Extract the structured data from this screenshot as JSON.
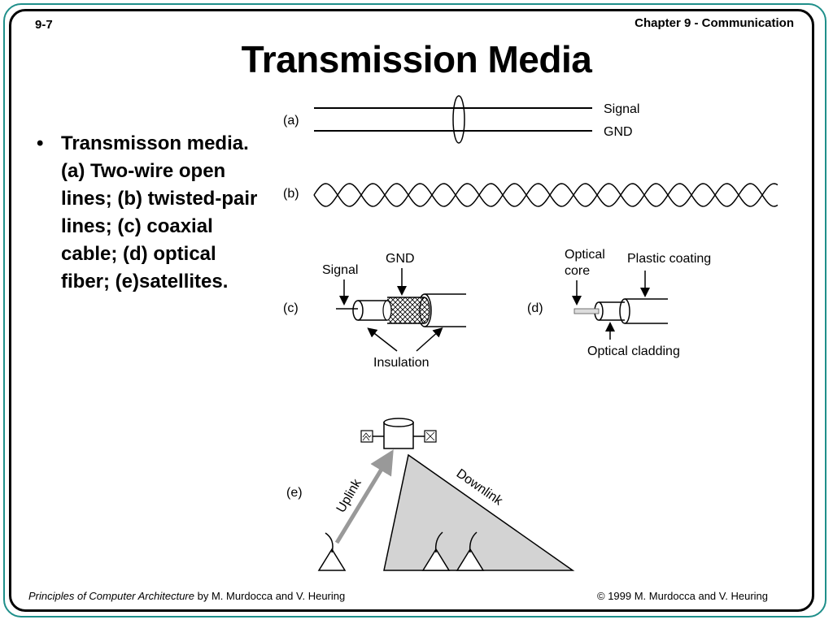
{
  "header": {
    "slide_number": "9-7",
    "chapter": "Chapter 9 - Communication"
  },
  "title": "Transmission Media",
  "bullet": {
    "text": "Transmisson media. (a) Two-wire open lines; (b) twisted-pair lines; (c) coaxial cable; (d) optical fiber; (e)satellites."
  },
  "figure": {
    "a": {
      "label": "(a)",
      "signal": "Signal",
      "gnd": "GND"
    },
    "b": {
      "label": "(b)"
    },
    "c": {
      "label": "(c)",
      "signal": "Signal",
      "gnd": "GND",
      "insulation": "Insulation"
    },
    "d": {
      "label": "(d)",
      "core_line1": "Optical",
      "core_line2": "core",
      "coating": "Plastic coating",
      "cladding": "Optical cladding"
    },
    "e": {
      "label": "(e)",
      "uplink": "Uplink",
      "downlink": "Downlink"
    }
  },
  "footer": {
    "book_title": "Principles of Computer Architecture",
    "authors": " by M. Murdocca and V. Heuring",
    "copyright": "© 1999 M. Murdocca and V. Heuring"
  }
}
